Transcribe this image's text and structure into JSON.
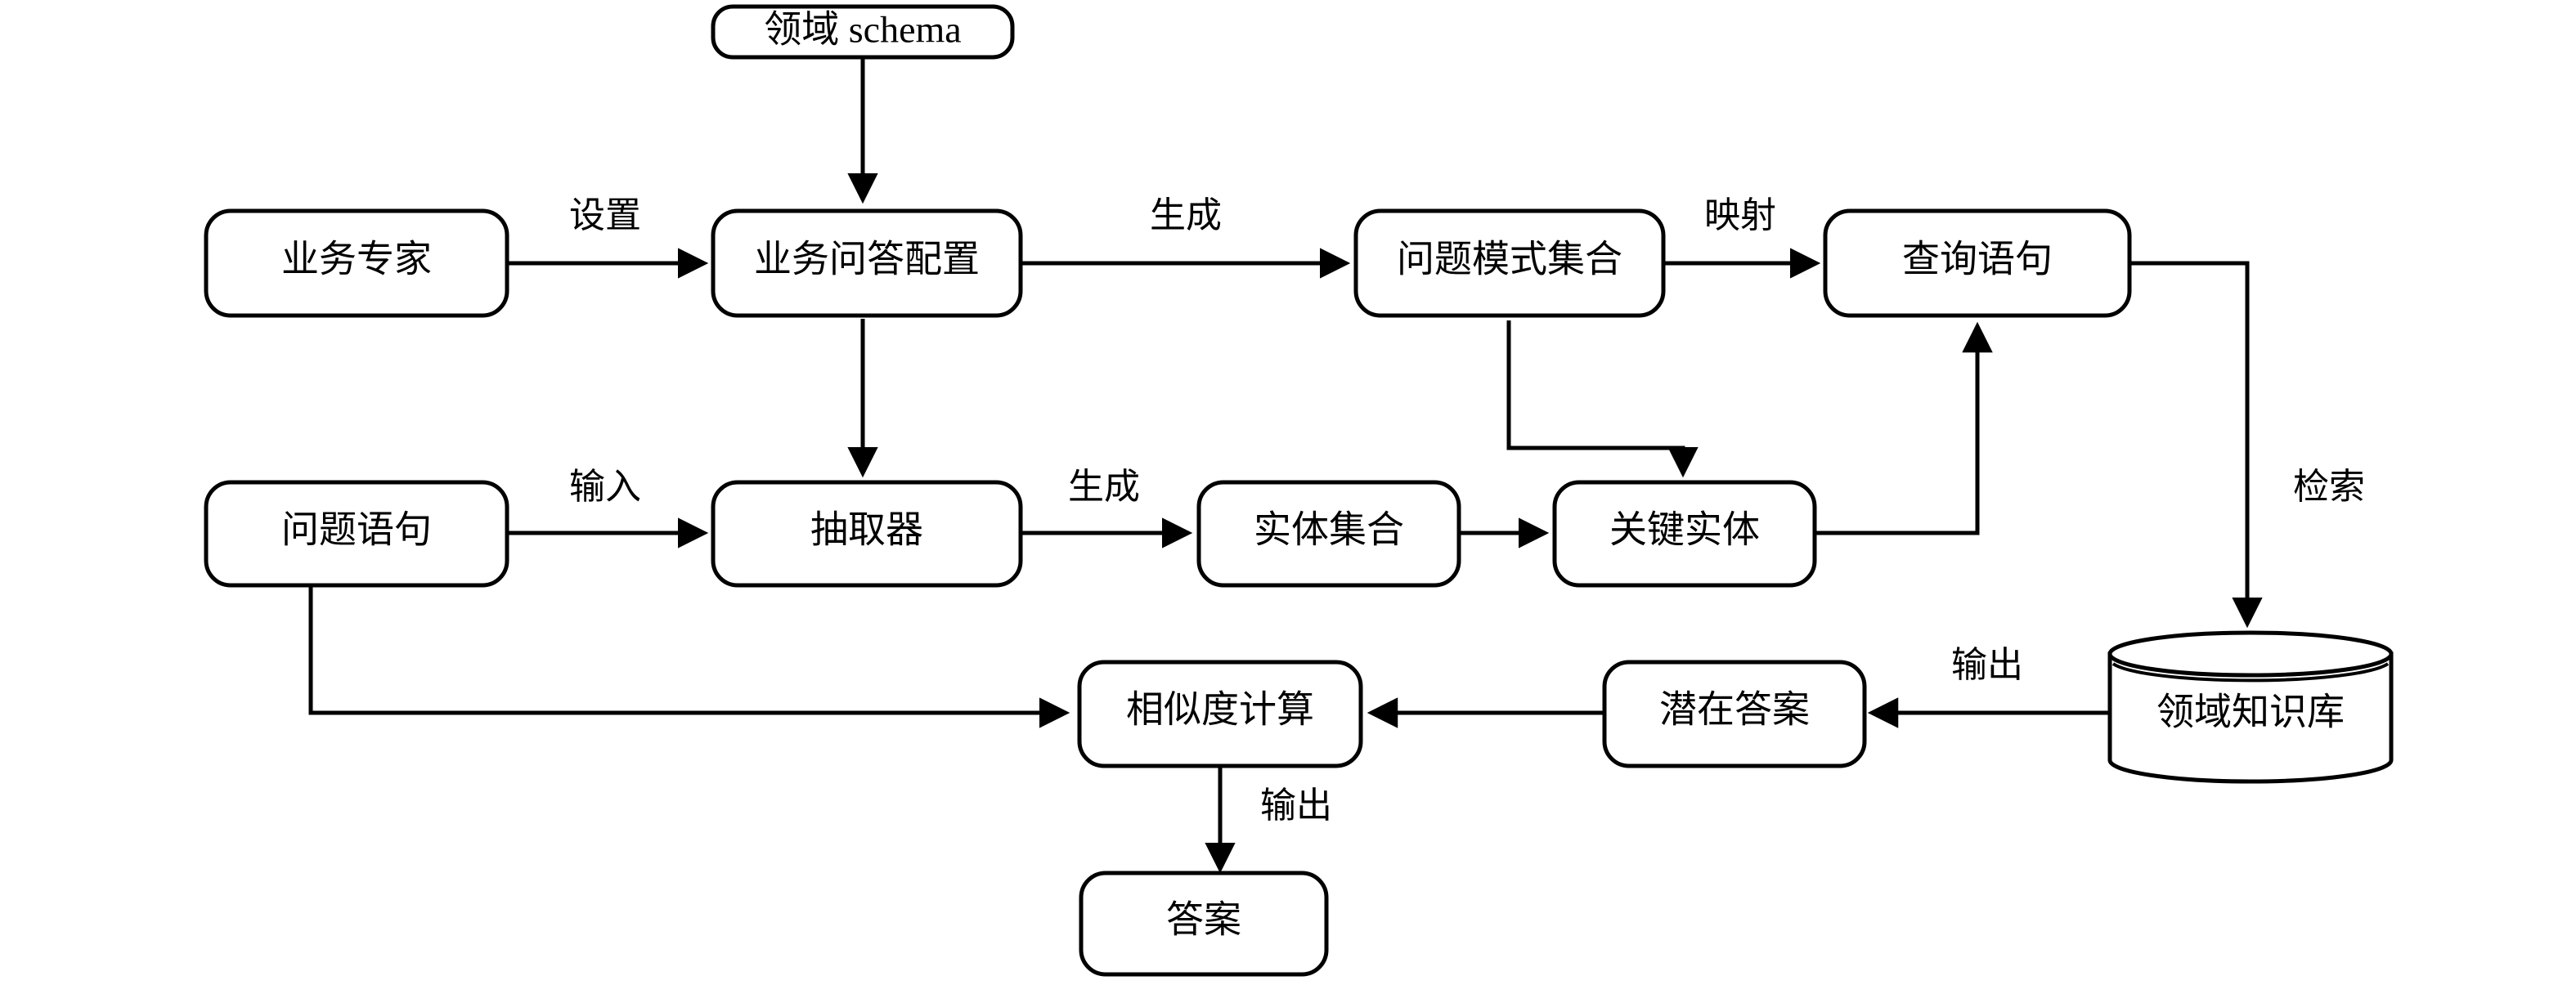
{
  "diagram": {
    "type": "flowchart",
    "title": "",
    "background_color": "#ffffff",
    "line_color": "#000000",
    "node_fill": "#ffffff",
    "nodes": [
      {
        "id": "domain_schema",
        "label": "领域 schema",
        "shape": "rounded-rect"
      },
      {
        "id": "business_expert",
        "label": "业务专家",
        "shape": "rounded-rect"
      },
      {
        "id": "qa_config",
        "label": "业务问答配置",
        "shape": "rounded-rect"
      },
      {
        "id": "pattern_set",
        "label": "问题模式集合",
        "shape": "rounded-rect"
      },
      {
        "id": "query_stmt",
        "label": "查询语句",
        "shape": "rounded-rect"
      },
      {
        "id": "question_stmt",
        "label": "问题语句",
        "shape": "rounded-rect"
      },
      {
        "id": "extractor",
        "label": "抽取器",
        "shape": "rounded-rect"
      },
      {
        "id": "entity_set",
        "label": "实体集合",
        "shape": "rounded-rect"
      },
      {
        "id": "key_entity",
        "label": "关键实体",
        "shape": "rounded-rect"
      },
      {
        "id": "similarity",
        "label": "相似度计算",
        "shape": "rounded-rect"
      },
      {
        "id": "candidate_ans",
        "label": "潜在答案",
        "shape": "rounded-rect"
      },
      {
        "id": "knowledge_base",
        "label": "领域知识库",
        "shape": "cylinder"
      },
      {
        "id": "answer",
        "label": "答案",
        "shape": "rounded-rect"
      }
    ],
    "edges": [
      {
        "from": "domain_schema",
        "to": "qa_config",
        "label": ""
      },
      {
        "from": "business_expert",
        "to": "qa_config",
        "label": "设置"
      },
      {
        "from": "qa_config",
        "to": "pattern_set",
        "label": "生成"
      },
      {
        "from": "pattern_set",
        "to": "query_stmt",
        "label": "映射"
      },
      {
        "from": "pattern_set",
        "to": "key_entity",
        "label": ""
      },
      {
        "from": "qa_config",
        "to": "extractor",
        "label": ""
      },
      {
        "from": "question_stmt",
        "to": "extractor",
        "label": "输入"
      },
      {
        "from": "extractor",
        "to": "entity_set",
        "label": "生成"
      },
      {
        "from": "entity_set",
        "to": "key_entity",
        "label": ""
      },
      {
        "from": "key_entity",
        "to": "query_stmt",
        "label": ""
      },
      {
        "from": "query_stmt",
        "to": "knowledge_base",
        "label": "检索"
      },
      {
        "from": "knowledge_base",
        "to": "candidate_ans",
        "label": "输出"
      },
      {
        "from": "candidate_ans",
        "to": "similarity",
        "label": ""
      },
      {
        "from": "question_stmt",
        "to": "similarity",
        "label": ""
      },
      {
        "from": "similarity",
        "to": "answer",
        "label": "输出"
      }
    ],
    "edge_labels": {
      "set": "设置",
      "generate_1": "生成",
      "map": "映射",
      "input": "输入",
      "generate_2": "生成",
      "retrieve": "检索",
      "output_kb": "输出",
      "output_answer": "输出"
    }
  }
}
